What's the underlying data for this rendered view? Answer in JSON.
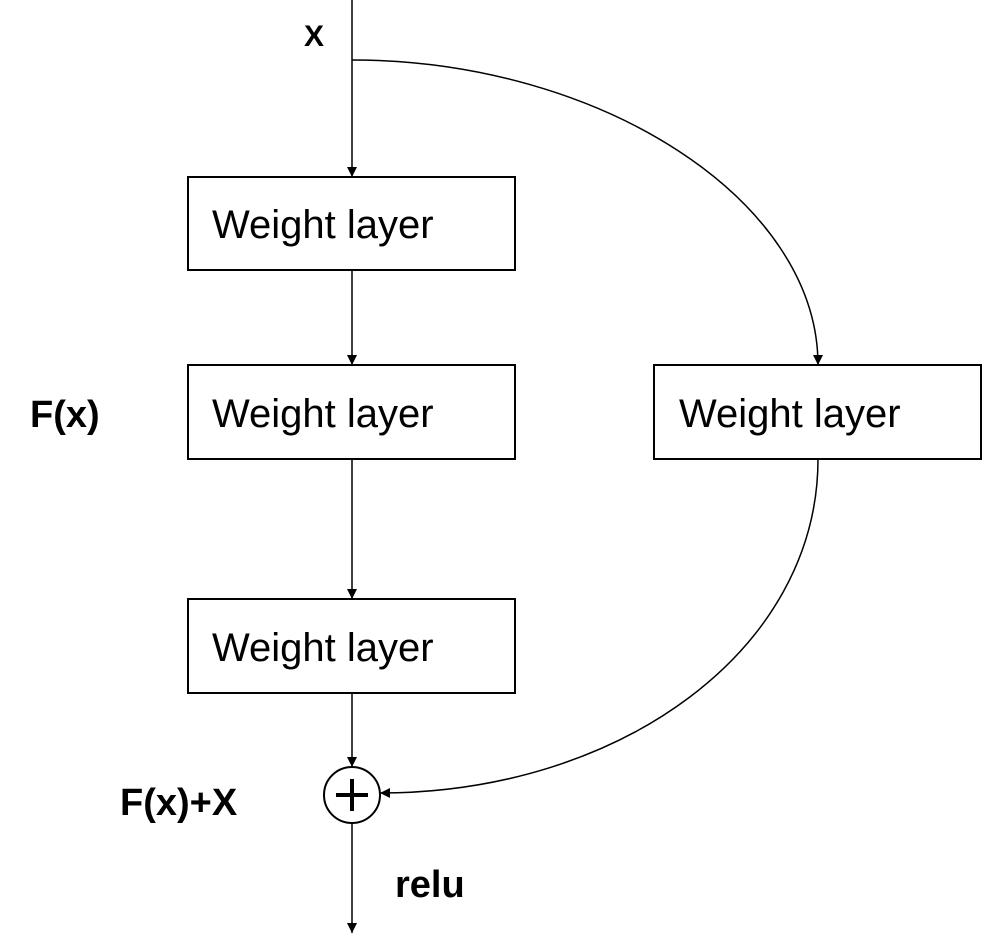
{
  "diagram": {
    "input_label": "X",
    "fx_label": "F(x)",
    "sum_label": "F(x)+X",
    "activation_label": "relu",
    "boxes": [
      {
        "id": "main-1",
        "label": "Weight layer"
      },
      {
        "id": "main-2",
        "label": "Weight layer"
      },
      {
        "id": "main-3",
        "label": "Weight layer"
      },
      {
        "id": "shortcut",
        "label": "Weight layer"
      }
    ],
    "sum_symbol": "plus-circle-icon"
  }
}
